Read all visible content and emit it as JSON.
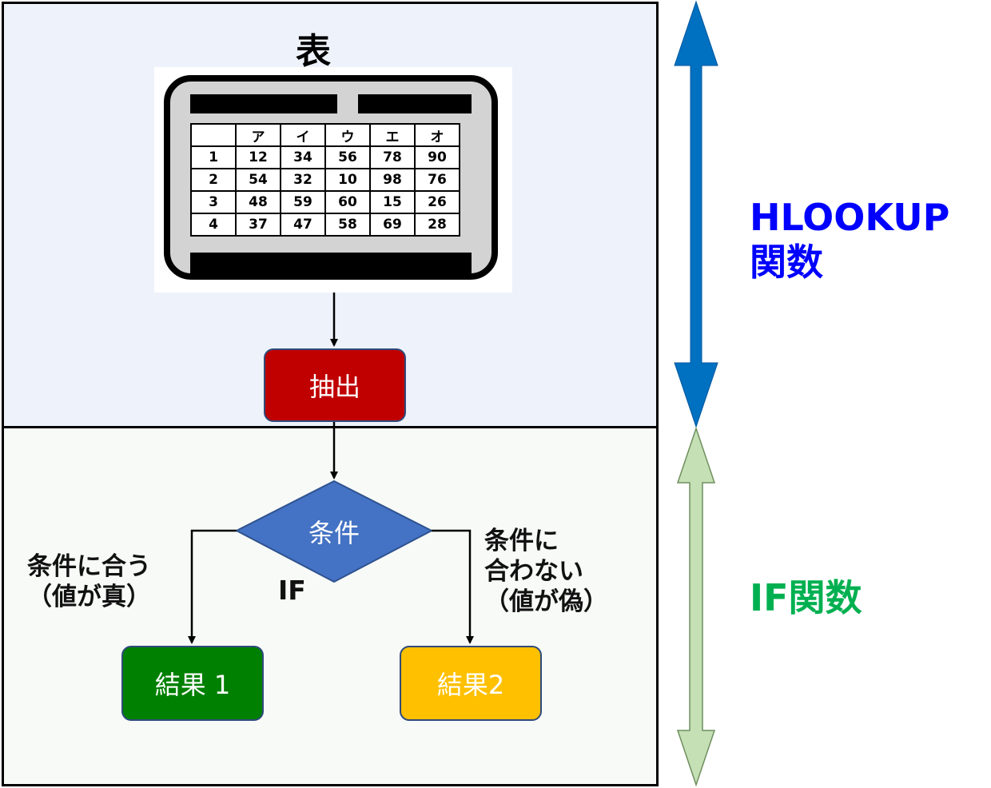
{
  "table_title": "表",
  "table": {
    "headers": [
      "",
      "ア",
      "イ",
      "ウ",
      "エ",
      "オ"
    ],
    "rows": [
      [
        "1",
        "12",
        "34",
        "56",
        "78",
        "90"
      ],
      [
        "2",
        "54",
        "32",
        "10",
        "98",
        "76"
      ],
      [
        "3",
        "48",
        "59",
        "60",
        "15",
        "26"
      ],
      [
        "4",
        "37",
        "47",
        "58",
        "69",
        "28"
      ]
    ]
  },
  "extract_label": "抽出",
  "condition_label": "条件",
  "if_label": "IF",
  "match_note": "条件に合う\n（値が真）",
  "nomatch_note": "条件に\n合わない\n（値が偽）",
  "result1_label": "結果 1",
  "result2_label": "結果2",
  "hlookup_label": "HLOOKUP\n関数",
  "if_function_label": "IF関数",
  "colors": {
    "extract": "#c00000",
    "condition": "#4472c4",
    "result1": "#008000",
    "result2": "#ffc000",
    "hlookup_arrow": "#0070c0",
    "if_arrow": "#c5e0b4",
    "hlookup_text": "#0000ff",
    "if_text": "#00b050"
  }
}
